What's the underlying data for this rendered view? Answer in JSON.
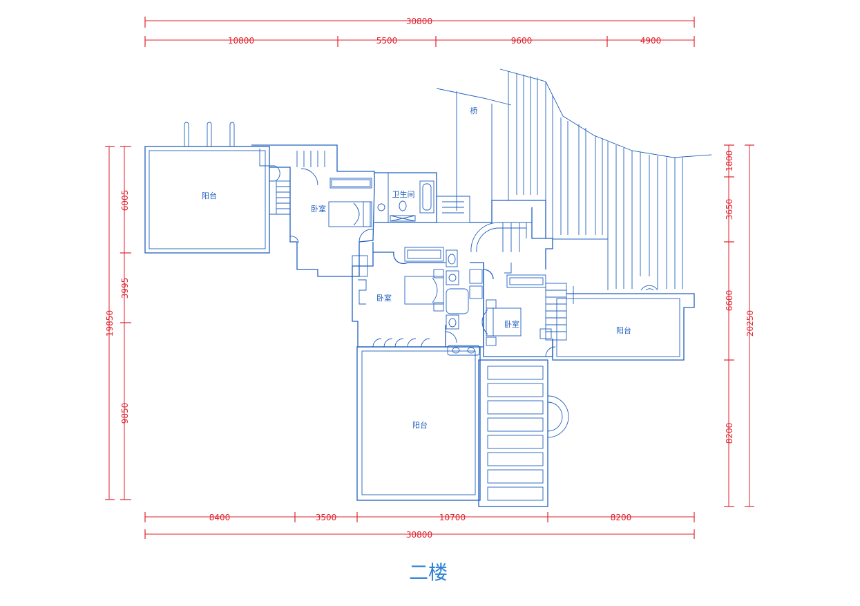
{
  "dimensions": {
    "top_total": "30800",
    "top_segments": [
      "10800",
      "5500",
      "9600",
      "4900"
    ],
    "bottom_segments": [
      "8400",
      "3500",
      "10700",
      "8200"
    ],
    "bottom_total": "30800",
    "left_total": "19850",
    "left_segments": [
      "6005",
      "3995",
      "9850"
    ],
    "right_total": "20250",
    "right_segments": [
      "1800",
      "3650",
      "6600",
      "8200"
    ]
  },
  "rooms": {
    "balcony_west": "阳台",
    "bedroom_north": "卧室",
    "bathroom": "卫生间",
    "bridge": "桥",
    "bedroom_center": "卧室",
    "bedroom_east": "卧室",
    "balcony_east": "阳台",
    "balcony_south": "阳台"
  },
  "title": "二楼",
  "colors": {
    "walls": "#1f5fbf",
    "dimensions": "#e0202a",
    "title": "#2a7fd6"
  }
}
